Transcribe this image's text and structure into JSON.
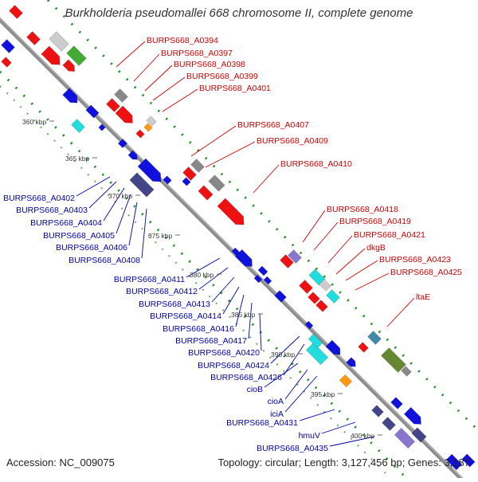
{
  "title": "Burkholderia pseudomallei 668 chromosome II, complete genome",
  "footer": {
    "accession": "Accession: NC_009075",
    "summary": "Topology: circular; Length: 3,127,456 bp; Genes: 3,187"
  },
  "colors": {
    "forward_label": "#cc0000",
    "reverse_label": "#0000aa",
    "backbone": "#999999",
    "dotted_track": "#228b22",
    "red_gene": "#ee1111",
    "blue_gene": "#1111dd",
    "gray_gene": "#888888",
    "light_gray_gene": "#cccccc",
    "cyan_gene": "#22dddd",
    "navy_gene": "#444488",
    "green_gene": "#44aa33",
    "olive_gene": "#668833",
    "purple_gene": "#8877cc",
    "orange_gene": "#ff9911",
    "steel_gene": "#4488aa"
  },
  "ticks": [
    "360 kbp",
    "365 kbp",
    "370 kbp",
    "375 kbp",
    "380 kbp",
    "385 kbp",
    "390 kbp",
    "395 kbp",
    "400 kbp"
  ],
  "forward_labels": [
    "BURPS668_A0394",
    "BURPS668_A0397",
    "BURPS668_A0398",
    "BURPS668_A0399",
    "BURPS668_A0401",
    "BURPS668_A0407",
    "BURPS668_A0409",
    "BURPS668_A0410",
    "BURPS668_A0418",
    "BURPS668_A0419",
    "BURPS668_A0421",
    "dkgB",
    "BURPS668_A0423",
    "BURPS668_A0425",
    "ltaE"
  ],
  "reverse_labels": [
    "BURPS668_A0402",
    "BURPS668_A0403",
    "BURPS668_A0404",
    "BURPS668_A0405",
    "BURPS668_A0406",
    "BURPS668_A0408",
    "BURPS668_A0411",
    "BURPS668_A0412",
    "BURPS668_A0413",
    "BURPS668_A0414",
    "BURPS668_A0416",
    "BURPS668_A0417",
    "BURPS668_A0420",
    "BURPS668_A0424",
    "BURPS668_A0426",
    "cioB",
    "cioA",
    "iciA",
    "BURPS668_A0431",
    "hmuV",
    "BURPS668_A0435"
  ]
}
